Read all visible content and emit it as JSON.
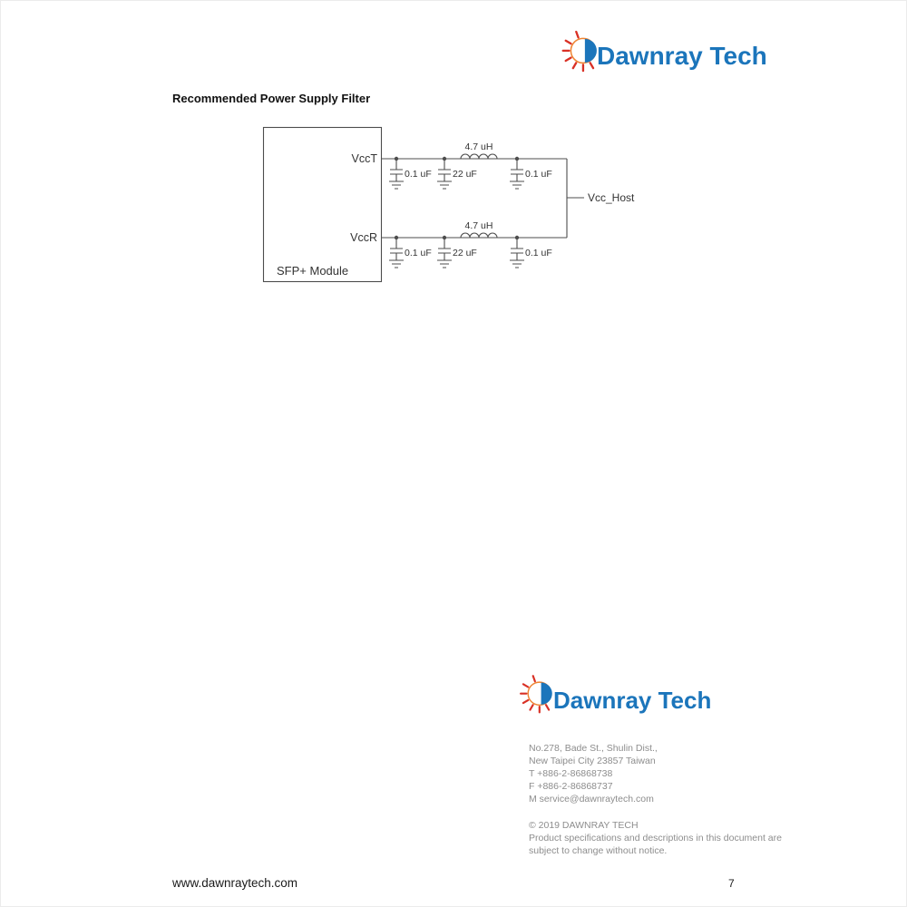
{
  "header": {
    "logo_text": "Dawnray Tech"
  },
  "heading": "Recommended Power Supply Filter",
  "diagram": {
    "module_label": "SFP+ Module",
    "port_top": "VccT",
    "port_bottom": "VccR",
    "output_label": "Vcc_Host",
    "top_rail": {
      "cap1": "0.1 uF",
      "cap2": "22 uF",
      "inductor": "4.7 uH",
      "cap3": "0.1 uF"
    },
    "bottom_rail": {
      "cap1": "0.1 uF",
      "cap2": "22 uF",
      "inductor": "4.7 uH",
      "cap3": "0.1 uF"
    }
  },
  "footer": {
    "logo_text": "Dawnray Tech",
    "address1": "No.278, Bade St., Shulin Dist.,",
    "address2": "New Taipei City 23857 Taiwan",
    "phone": "T +886-2-86868738",
    "fax": "F +886-2-86868737",
    "email": "M service@dawnraytech.com",
    "copyright": "© 2019 DAWNRAY TECH",
    "disclaimer1": "Product specifications and descriptions in this document are",
    "disclaimer2": "subject to change without notice.",
    "website": "www.dawnraytech.com",
    "page_number": "7"
  },
  "colors": {
    "logo_blue": "#1b75bb",
    "logo_red": "#d93025",
    "logo_orange": "#ef8432",
    "wire_gray": "#4d4d4d"
  }
}
